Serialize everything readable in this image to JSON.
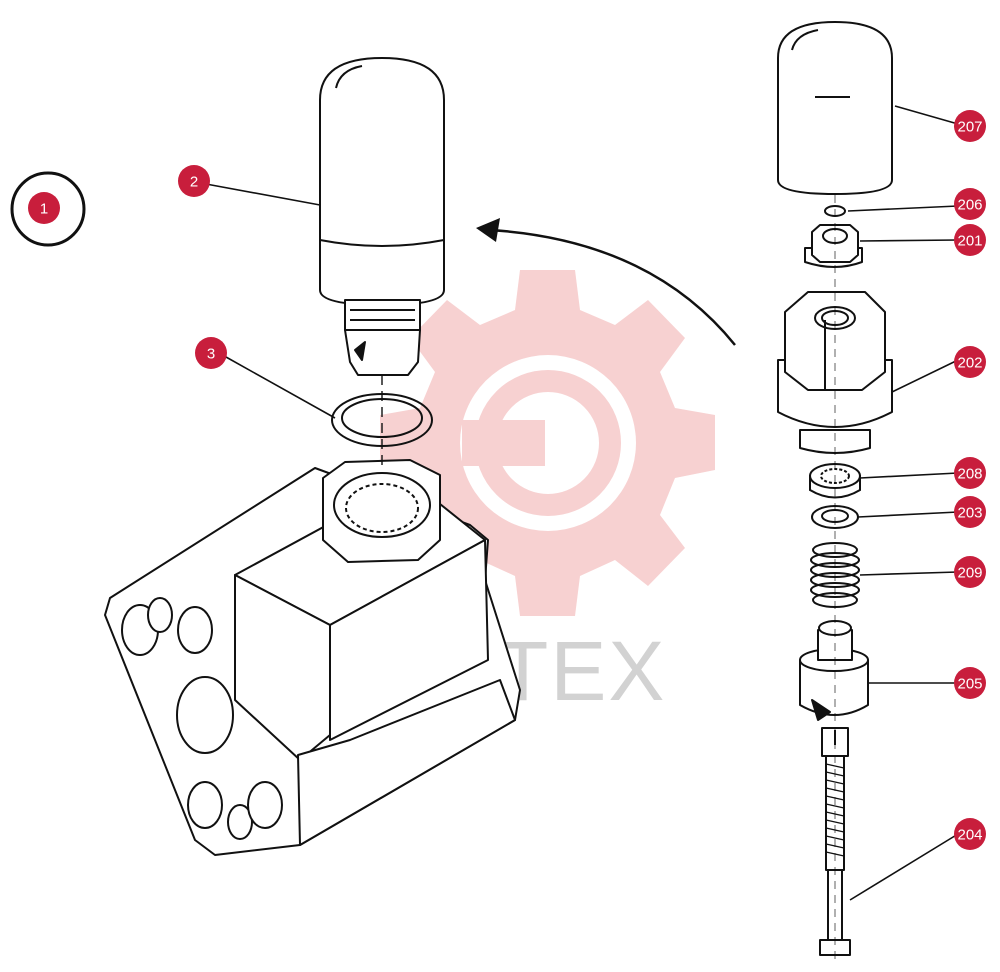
{
  "watermark": {
    "text": "ИНТЕХ"
  },
  "colors": {
    "callout_fill": "#c81e3c",
    "line": "#111111",
    "watermark_gear": "#f6c9c9"
  },
  "callouts": [
    {
      "id": "c1",
      "label": "1"
    },
    {
      "id": "c2",
      "label": "2"
    },
    {
      "id": "c3",
      "label": "3"
    },
    {
      "id": "c207",
      "label": "207"
    },
    {
      "id": "c206",
      "label": "206"
    },
    {
      "id": "c201",
      "label": "201"
    },
    {
      "id": "c202",
      "label": "202"
    },
    {
      "id": "c208",
      "label": "208"
    },
    {
      "id": "c203",
      "label": "203"
    },
    {
      "id": "c209",
      "label": "209"
    },
    {
      "id": "c205",
      "label": "205"
    },
    {
      "id": "c204",
      "label": "204"
    }
  ]
}
